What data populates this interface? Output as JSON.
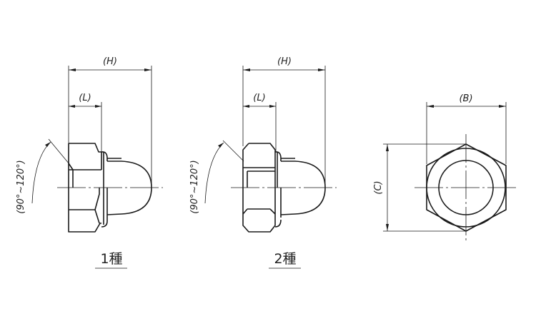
{
  "drawing": {
    "type": "technical drawing - acorn (cap) nut",
    "views": [
      {
        "id": "type1",
        "caption": "1種",
        "dimensions": {
          "overall_height_label": "(H)",
          "nut_length_label": "(L)",
          "chamfer_angle_label": "(90°~120°)"
        }
      },
      {
        "id": "type2",
        "caption": "2種",
        "dimensions": {
          "overall_height_label": "(H)",
          "nut_length_label": "(L)",
          "chamfer_angle_label": "(90°~120°)"
        }
      },
      {
        "id": "end-view",
        "dimensions": {
          "width_across_flats_label": "(B)",
          "width_across_corners_label": "(C)"
        }
      }
    ]
  },
  "colors": {
    "line": "#1a1a1a",
    "background": "#ffffff"
  }
}
